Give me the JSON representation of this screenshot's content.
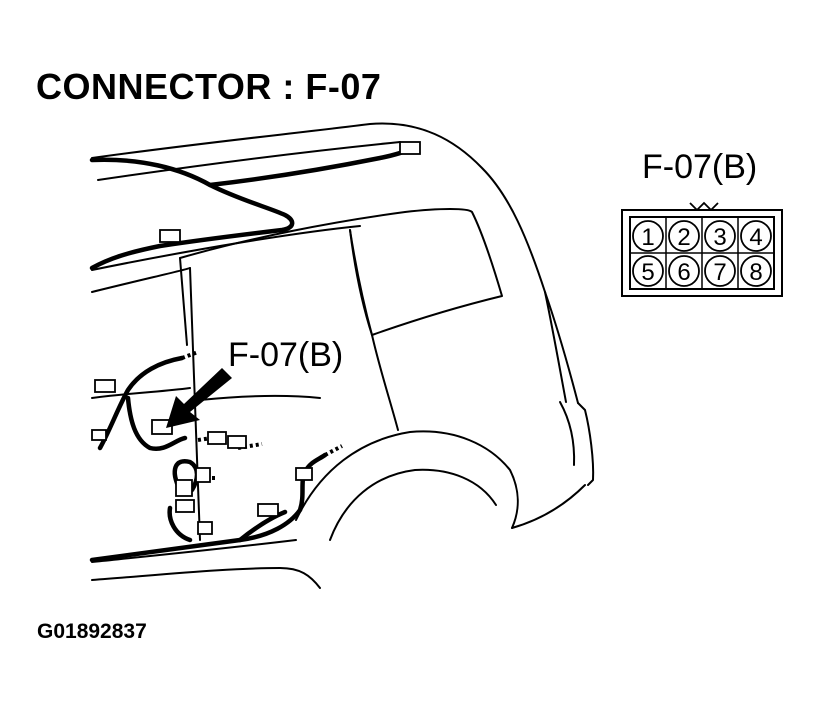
{
  "title": "CONNECTOR : F-07",
  "figure_code": "G01892837",
  "callout_label": "F-07(B)",
  "connector": {
    "label": "F-07(B)",
    "pins_top": [
      "1",
      "2",
      "3",
      "4"
    ],
    "pins_bottom": [
      "5",
      "6",
      "7",
      "8"
    ]
  }
}
